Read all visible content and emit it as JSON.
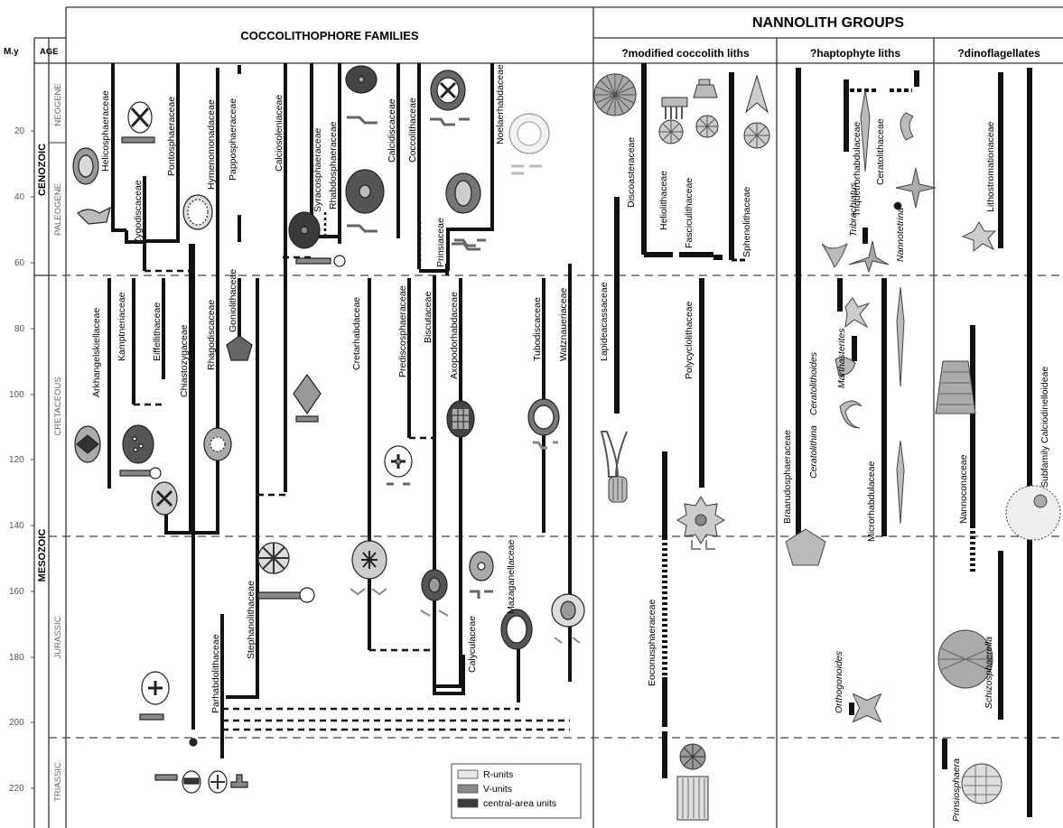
{
  "headers": {
    "my": "M.y",
    "age": "AGE",
    "coccolithophore": "COCCOLITHOPHORE FAMILIES",
    "nannolith": "NANNOLITH GROUPS",
    "sub1": "?modified coccolith liths",
    "sub2": "?haptophyte liths",
    "sub3": "?dinoflagellates"
  },
  "eras": {
    "cenozoic": "CENOZOIC",
    "mesozoic": "MESOZOIC"
  },
  "periods": {
    "neogene": "NEOGENE",
    "paleogene": "PALEOGENE",
    "cretaceous": "CRETACEOUS",
    "jurassic": "JURASSIC",
    "triassic": "TRIASSIC"
  },
  "y_axis_ticks": [
    "20",
    "40",
    "60",
    "80",
    "100",
    "120",
    "140",
    "160",
    "180",
    "200",
    "220"
  ],
  "families": {
    "helicosphaeraceae": "Helicosphaeraceae",
    "pontosphaeraceae": "Pontosphaeraceae",
    "zygodiscaceae": "Zygodiscaceae",
    "hymenomonadaceae": "Hymenomonadaceae",
    "papposphaeraceae": "Papposphaeraceae",
    "calciosoleniaceae": "Calciosoleniaceae",
    "syracosphaeraceae": "Syracosphaeraceae",
    "rhabdosphaeraceae": "Rhabdosphaeraceae",
    "calcidiscaceae": "Calcidiscaceae",
    "coccolithaceae": "Coccolithaceae",
    "noelaerhabdaceae": "Noelaerhabdaceae",
    "prinsiaceae": "Prinsiaceae",
    "arkhangelskiellaceae": "Arkhangelskiellaceae",
    "kamptneriaceae": "Kamptneriaceae",
    "eiffellithaceae": "Eiffellithaceae",
    "chiastozygaceae": "Chiastozygaceae",
    "rhagodiscaceae": "Rhagodiscaceae",
    "goniolithaceae": "Goniolithaceae",
    "cretarhabdaceae": "Cretarhabdaceae",
    "prediscosphaeraceae": "Prediscosphaeraceae",
    "biscutaceae": "Biscutaceae",
    "axopodorhabdaceae": "Axopodorhabdaceae",
    "tubodiscaceae": "Tubodiscaceae",
    "watznaueriaceae": "Watznaueriaceae",
    "parhabdolithaceae": "Parhabdolithaceae",
    "stephanolithaceae": "Stephanolithaceae",
    "mazaganellaceae": "Mazaganellaceae",
    "calyculaceae": "Calyculaceae"
  },
  "nannoliths": {
    "discoasteraceae": "Discoasteraceae",
    "heliolithaceae": "Heliolithaceae",
    "fasciculithaceae": "Fasciculithaceae",
    "sphenolithaceae": "Sphenolithaceae",
    "lapideacassaceae": "Lapideacassaceae",
    "polycyclolithaceae": "Polycyclolithaceae",
    "eoconusphaeraceae": "Eoconusphaeraceae",
    "braarudosphaeraceae": "Braarudosphaeraceae",
    "ceratolithina": "Ceratolithina",
    "ceratolithoides": "Ceratolithoides",
    "triquetrorhabdulaceae": "Triquetrorhabdulaceae",
    "ceratolithaceae": "Ceratolithaceae",
    "tribrachiatus": "Tribrachiatus",
    "nannotetrina": "Nannotetrina",
    "marthasterites": "Marthasterites",
    "microrhabdulaceae": "Microrhabdulaceae",
    "orthogonoides": "Orthogonoides",
    "lithostromationaceae": "Lithostromationaceae",
    "nannoconaceae": "Nannoconaceae",
    "calciodinelloideae": "Subfamily Calciodinelloideae",
    "schizosphaerella": "Schizosphaerella",
    "prinsiosphaera": "Prinsiosphaera"
  },
  "legend": {
    "items": [
      {
        "label": "R-units",
        "color": "#e8e8e8"
      },
      {
        "label": "V-units",
        "color": "#8a8a8a"
      },
      {
        "label": "central-area units",
        "color": "#3a3a3a"
      }
    ]
  }
}
